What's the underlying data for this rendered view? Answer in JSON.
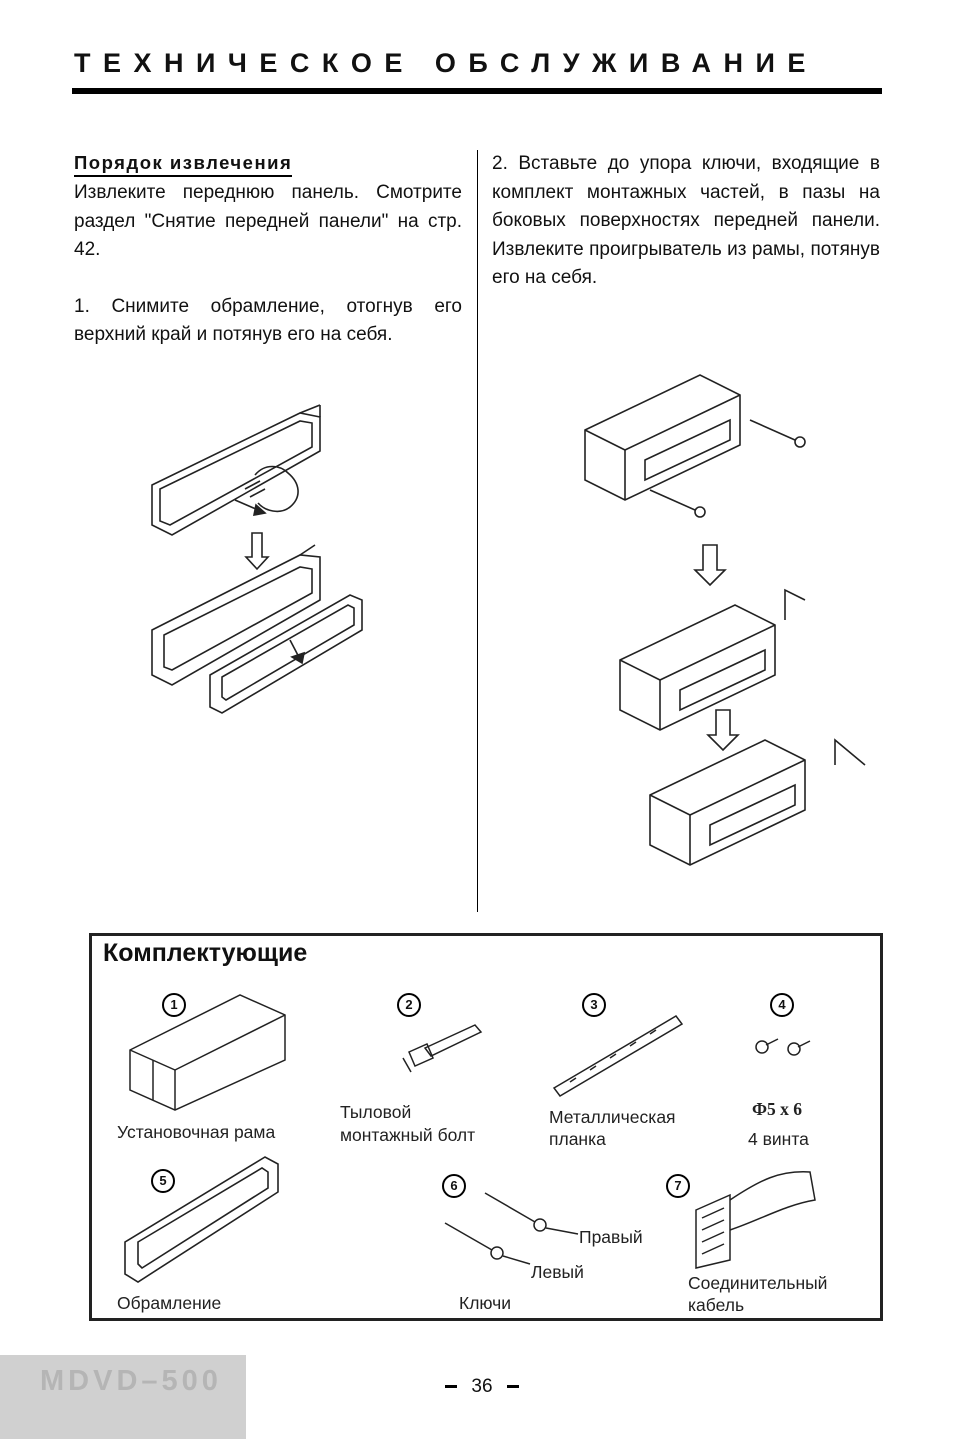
{
  "header": {
    "title": "ТЕХНИЧЕСКОЕ ОБСЛУЖИВАНИЕ"
  },
  "left_column": {
    "subheading": "Порядок извлечения",
    "intro": "Извлеките переднюю панель. Смотрите раздел \"Снятие передней панели\" на стр. 42.",
    "step1": "1. Снимите обрамление, отогнув его верхний край и потянув его на себя."
  },
  "right_column": {
    "step2": "2. Вставьте до упора ключи, входящие в комплект монтажных частей, в пазы на боковых поверхностях передней панели. Извлеките проигрыватель из рамы, потянув его на себя."
  },
  "accessories": {
    "title": "Комплектующие",
    "items": [
      {
        "number": "1",
        "name": "Установочная рама"
      },
      {
        "number": "2",
        "name_line1": "Тыловой",
        "name_line2": "монтажный болт"
      },
      {
        "number": "3",
        "name_line1": "Металлическая",
        "name_line2": "планка"
      },
      {
        "number": "4",
        "spec": "Ф5 x 6",
        "name": "4 винта"
      },
      {
        "number": "5",
        "name": "Обрамление"
      },
      {
        "number": "6",
        "name": "Ключи",
        "right_label": "Правый",
        "left_label": "Левый"
      },
      {
        "number": "7",
        "name_line1": "Соединительный",
        "name_line2": "кабель"
      }
    ]
  },
  "footer": {
    "model": "MDVD–500",
    "page_number": "36"
  }
}
